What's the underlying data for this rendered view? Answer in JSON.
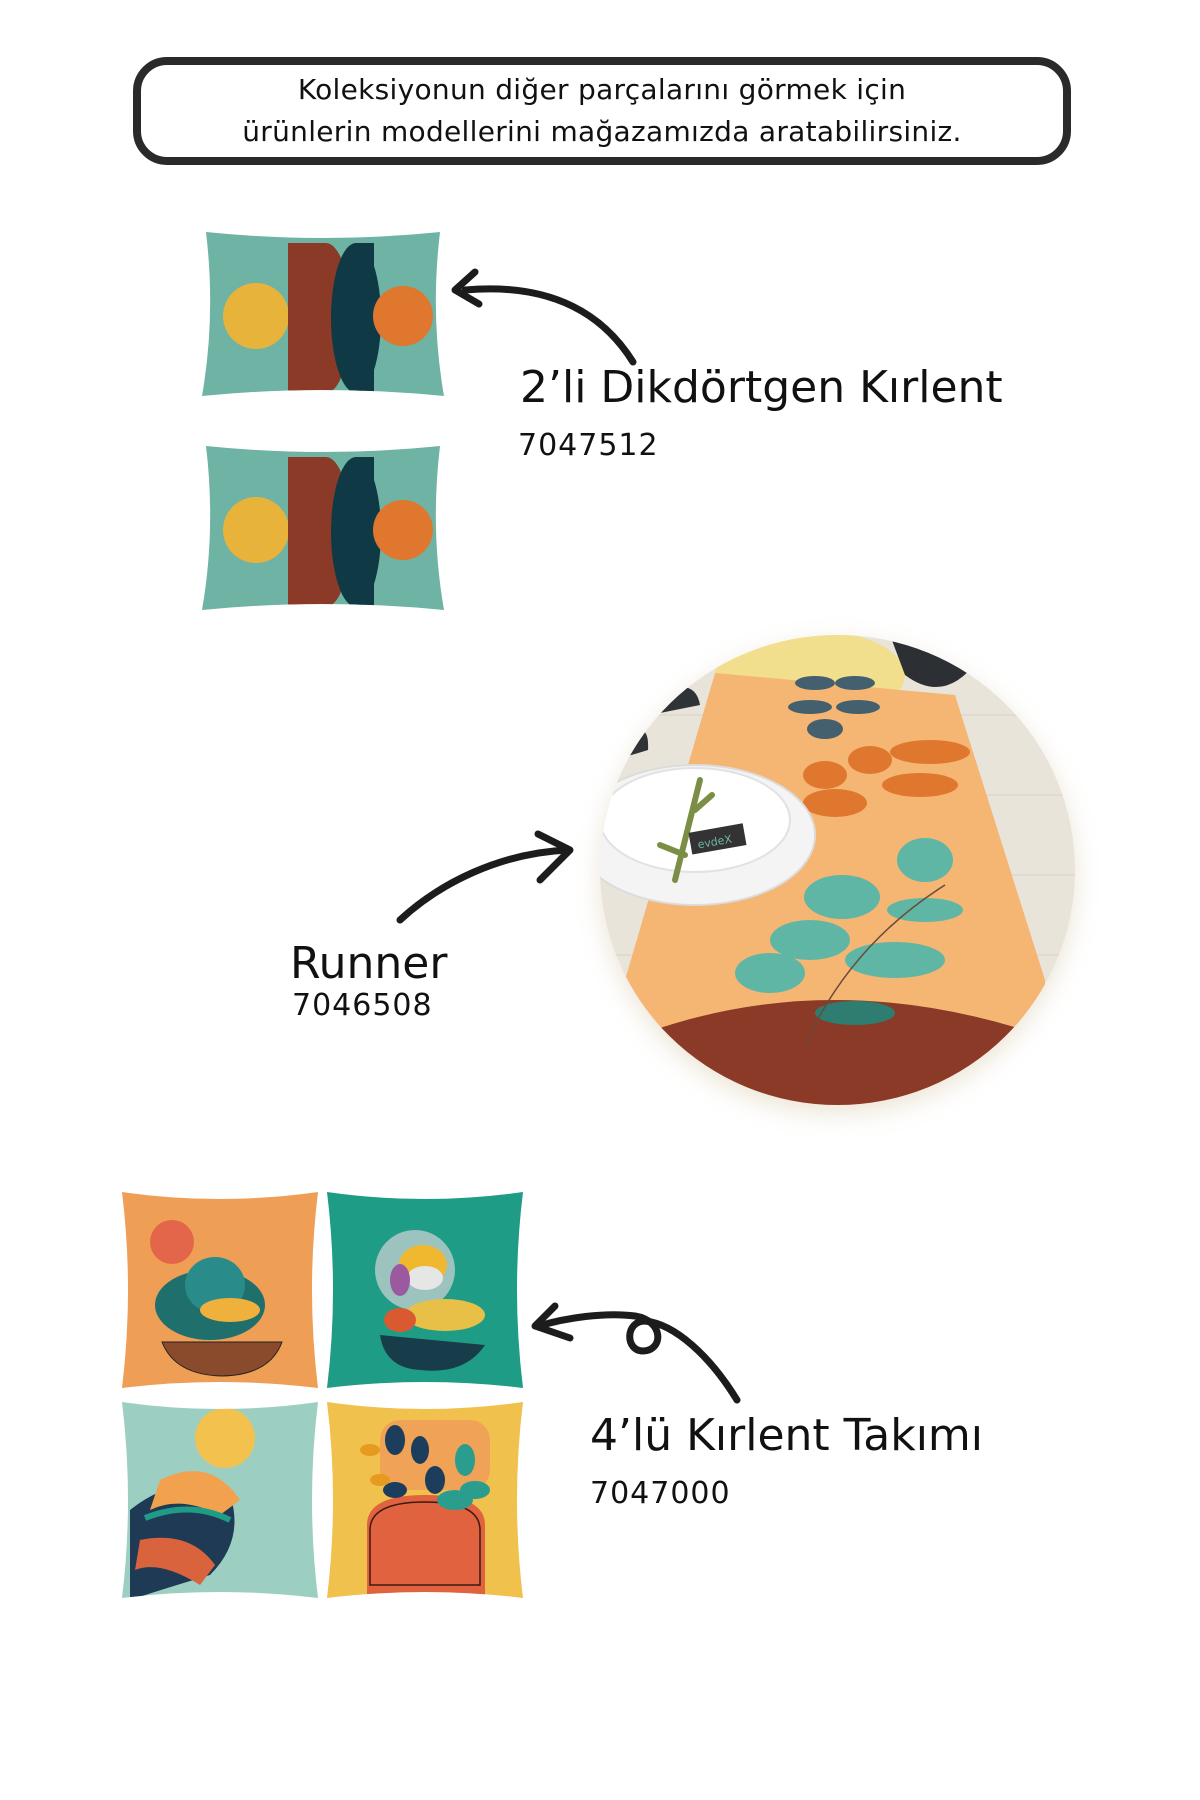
{
  "notice": {
    "line1": "Koleksiyonun diğer parçalarını görmek için",
    "line2": "ürünlerin modellerini mağazamızda aratabilirsiniz."
  },
  "products": [
    {
      "name": "2’li Dikdörtgen Kırlent",
      "code": "7047512",
      "image": "two-rectangular-cushions"
    },
    {
      "name": "Runner",
      "code": "7046508",
      "image": "table-runner-circle-photo"
    },
    {
      "name": "4’lü Kırlent Takımı",
      "code": "7047000",
      "image": "four-cushion-set"
    }
  ],
  "runner_photo": {
    "plate_tag_text": "evdeX"
  },
  "colors": {
    "teal": "#6fb3a5",
    "dark_teal": "#0f3a45",
    "rust": "#8a3a26",
    "mustard": "#e8b33b",
    "orange": "#e0772f",
    "peach": "#f5b573",
    "ink": "#1c1c1c"
  }
}
